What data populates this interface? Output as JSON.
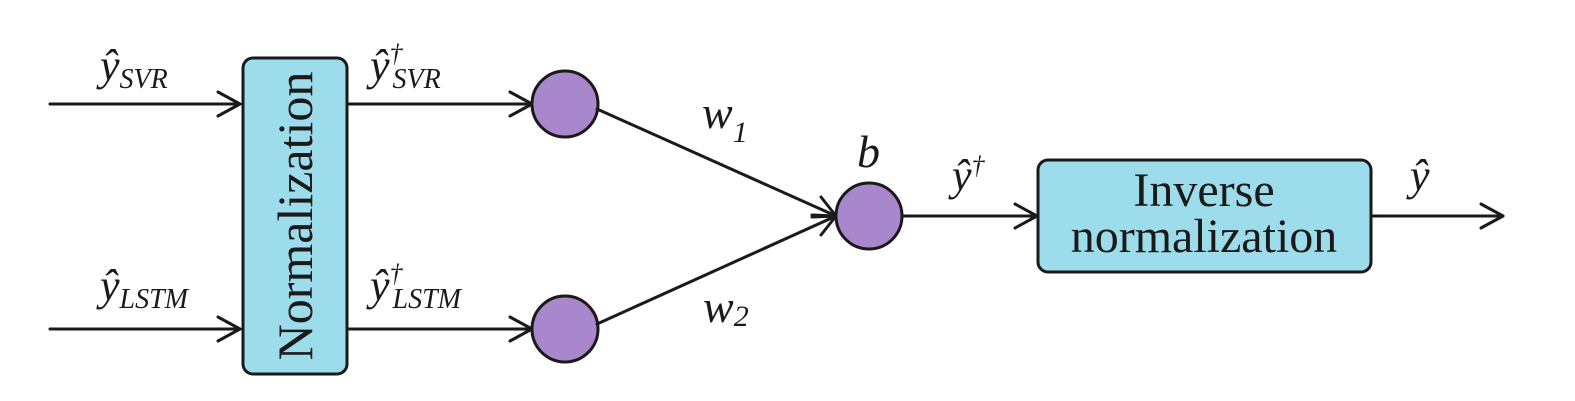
{
  "colors": {
    "box_fill": "#9ddcea",
    "node_fill": "#a987cc",
    "stroke": "#1a1a1a"
  },
  "inputs": {
    "svr": {
      "base": "ŷ",
      "sub": "SVR"
    },
    "lstm": {
      "base": "ŷ",
      "sub": "LSTM"
    }
  },
  "normalization": {
    "label": "Normalization"
  },
  "normalized": {
    "svr": {
      "base": "ŷ",
      "sup": "†",
      "sub": "SVR"
    },
    "lstm": {
      "base": "ŷ",
      "sup": "†",
      "sub": "LSTM"
    }
  },
  "weights": {
    "w1": {
      "base": "w",
      "sub": "1"
    },
    "w2": {
      "base": "w",
      "sub": "2"
    }
  },
  "bias": {
    "label": "b"
  },
  "combined": {
    "base": "ŷ",
    "sup": "†"
  },
  "inverse": {
    "line1": "Inverse",
    "line2": "normalization"
  },
  "output": {
    "base": "ŷ"
  },
  "icons": {
    "arrowhead": "open-chevron-arrow",
    "node": "circle"
  }
}
